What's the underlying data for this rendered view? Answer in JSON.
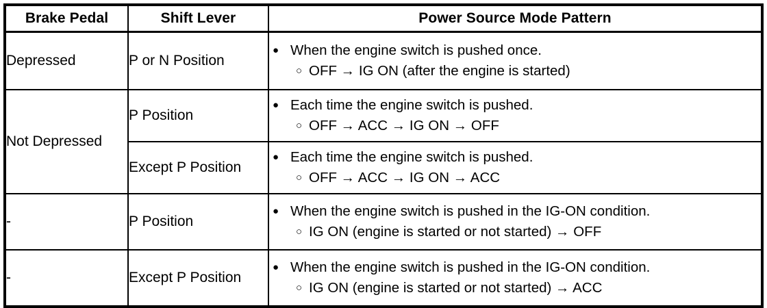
{
  "table": {
    "headers": [
      {
        "label": "Brake Pedal",
        "name": "header-brake-pedal"
      },
      {
        "label": "Shift Lever",
        "name": "header-shift-lever"
      },
      {
        "label": "Power Source Mode Pattern",
        "name": "header-power-source-mode-pattern"
      }
    ],
    "rows": [
      {
        "brake_pedal": "Depressed",
        "shift_lever": "P or N Position",
        "pattern_main": "When the engine switch is pushed once.",
        "pattern_sub": "OFF → IG ON (after the engine is started)"
      },
      {
        "brake_pedal": "Not Depressed",
        "shift_lever": "P Position",
        "pattern_main": "Each time the engine switch is pushed.",
        "pattern_sub": "OFF → ACC → IG ON → OFF"
      },
      {
        "brake_pedal": "",
        "shift_lever": "Except P Position",
        "pattern_main": "Each time the engine switch is pushed.",
        "pattern_sub": "OFF → ACC → IG ON → ACC"
      },
      {
        "brake_pedal": "-",
        "shift_lever": "P Position",
        "pattern_main": "When the engine switch is pushed in the IG-ON condition.",
        "pattern_sub": "IG ON (engine is started or not started) → OFF"
      },
      {
        "brake_pedal": "-",
        "shift_lever": "Except P Position",
        "pattern_main": "When the engine switch is pushed in the IG-ON condition.",
        "pattern_sub": "IG ON (engine is started or not started) → ACC"
      }
    ],
    "bullets": {
      "filled": "●",
      "hollow": "○"
    },
    "colors": {
      "text": "#000000",
      "border": "#000000",
      "background": "#ffffff"
    }
  }
}
